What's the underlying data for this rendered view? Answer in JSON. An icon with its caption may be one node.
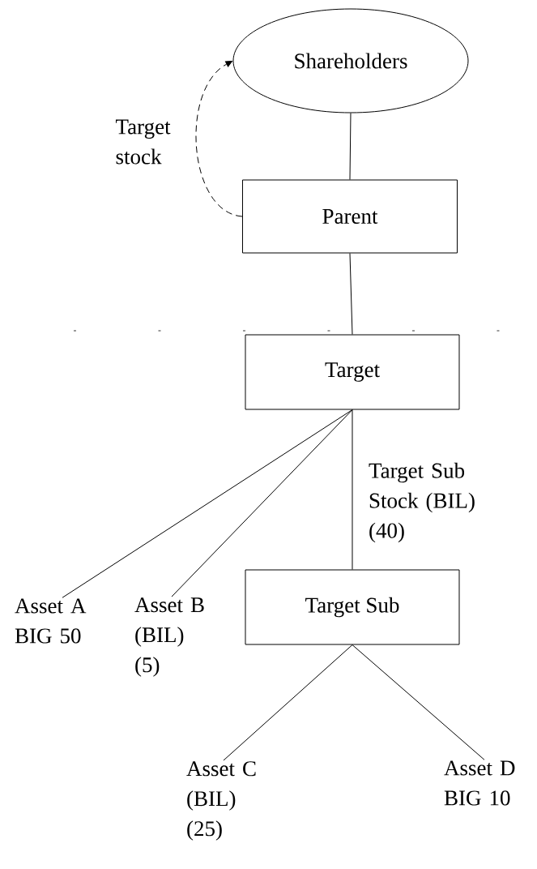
{
  "diagram": {
    "nodes": [
      {
        "text": [
          "Shareholders"
        ]
      },
      {
        "text": [
          "Parent"
        ]
      },
      {
        "text": [
          "Target"
        ]
      },
      {
        "text": [
          "Target Sub"
        ]
      },
      {
        "text": [
          "Asset A BIG 50"
        ]
      },
      {
        "text": [
          "Asset B (BIL) (5)"
        ]
      },
      {
        "text": [
          "Asset C (BIL) (25)"
        ]
      },
      {
        "text": [
          "Asset D BIG 10"
        ]
      }
    ],
    "edges": [
      {
        "from": 1,
        "to": 0,
        "arrow": "to",
        "style": "dashed",
        "label": "Target stock"
      },
      {
        "from": 0,
        "to": 1,
        "arrow": "none"
      },
      {
        "from": 1,
        "to": 2,
        "arrow": "none"
      },
      {
        "from": 2,
        "to": 3,
        "arrow": "none",
        "label": "Target Sub Stock (BIL) (40)"
      },
      {
        "from": 2,
        "to": 4,
        "arrow": "none"
      },
      {
        "from": 2,
        "to": 5,
        "arrow": "none"
      },
      {
        "from": 3,
        "to": 6,
        "arrow": "none"
      },
      {
        "from": 3,
        "to": 7,
        "arrow": "none"
      }
    ]
  }
}
